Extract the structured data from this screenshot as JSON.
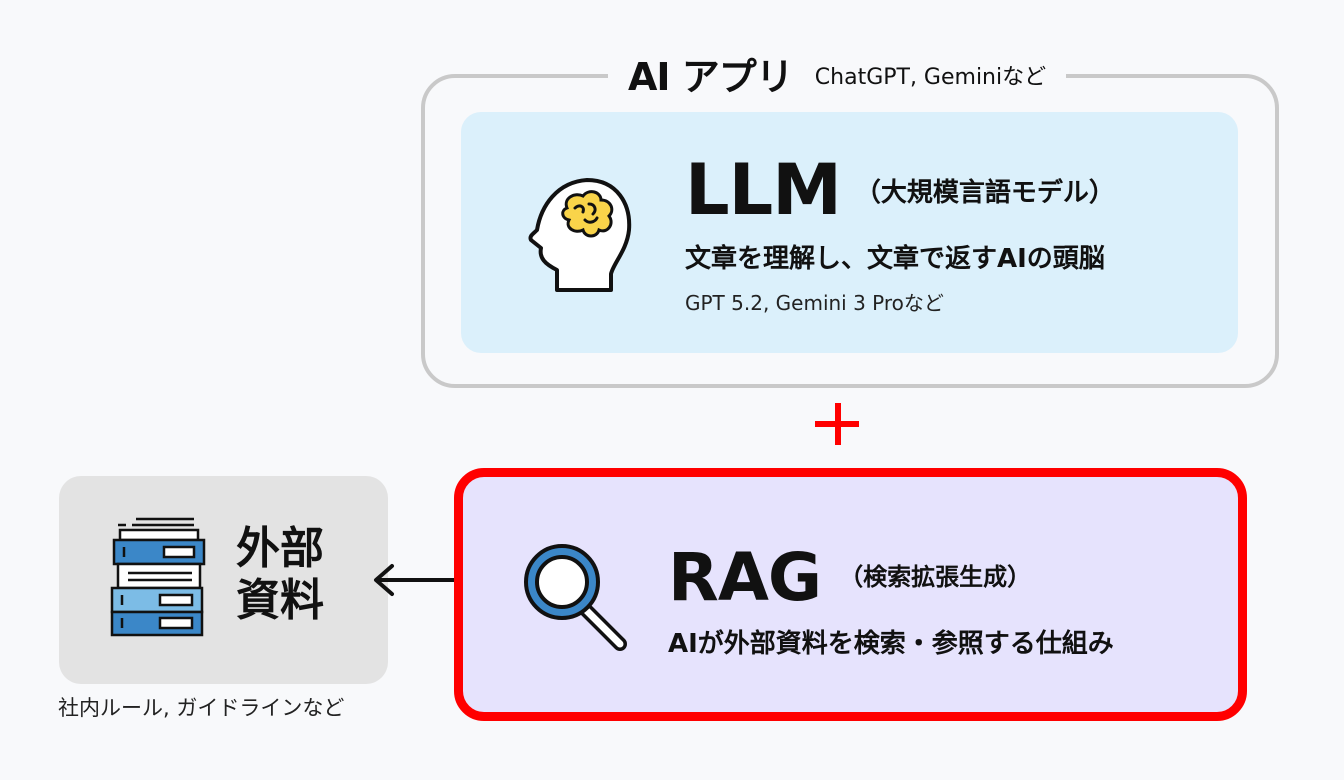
{
  "app": {
    "title": "AI アプリ",
    "examples": "ChatGPT, Geminiなど"
  },
  "llm": {
    "icon": "brain-head-icon",
    "title": "LLM",
    "subtitle": "（大規模言語モデル）",
    "description": "文章を理解し、文章で返すAIの頭脳",
    "examples": "GPT 5.2, Gemini 3 Proなど"
  },
  "connector": {
    "plus_icon": "plus-icon",
    "arrow_icon": "double-arrow-icon"
  },
  "external": {
    "icon": "document-stack-icon",
    "title": "外部資料",
    "caption": "社内ルール, ガイドラインなど"
  },
  "rag": {
    "icon": "magnifier-icon",
    "title": "RAG",
    "subtitle": "（検索拡張生成）",
    "description": "AIが外部資料を検索・参照する仕組み",
    "highlight_color": "#ff0000"
  },
  "colors": {
    "llm_bg": "#dbf0fb",
    "rag_bg": "#e6e3fd",
    "external_bg": "#e3e3e3",
    "frame_border": "#c9c9c9",
    "accent": "#ff0000",
    "brain": "#f9d44a",
    "folder_blue": "#3b87c8",
    "folder_light_blue": "#7cbce6"
  }
}
